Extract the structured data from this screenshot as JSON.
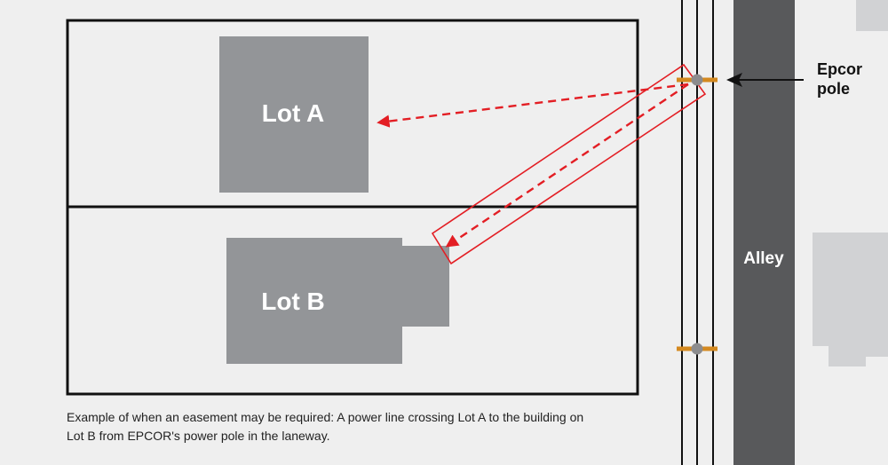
{
  "lots": {
    "lot_a_label": "Lot A",
    "lot_b_label": "Lot B"
  },
  "alley": {
    "label": "Alley"
  },
  "pole_callout": {
    "line1": "Epcor",
    "line2": "pole"
  },
  "caption": {
    "line1": "Example of when an easement may be required: A power line crossing Lot A to the building on",
    "line2": "Lot B from EPCOR's power pole in the laneway."
  },
  "colors": {
    "background": "#efefef",
    "building": "#939598",
    "alley": "#58595b",
    "power_line": "#e31e24",
    "pole": "#8c8c8e",
    "crossarm": "#d4891f",
    "neighbour_building": "#d1d2d4"
  }
}
